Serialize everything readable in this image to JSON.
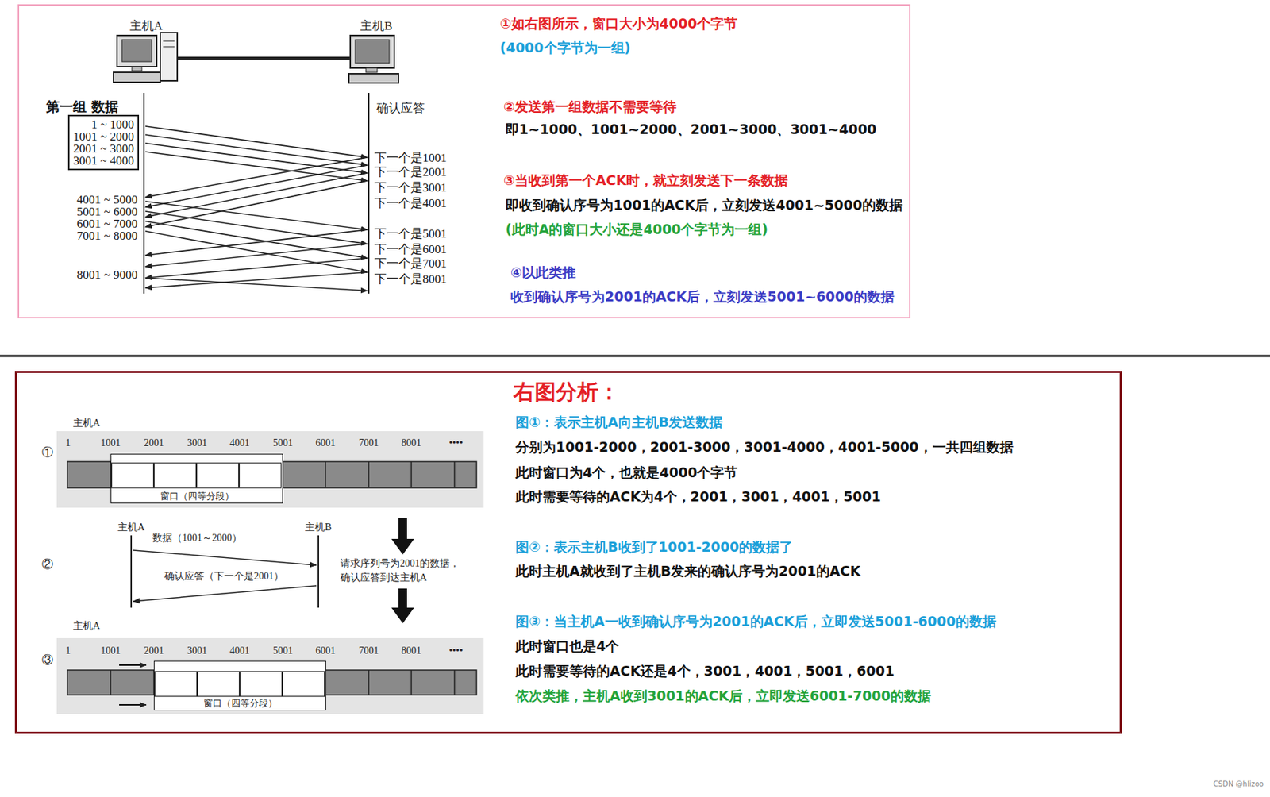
{
  "diagram": {
    "nodes": [
      {
        "text": [
          "①如右图所示，窗口大小为4000个字节",
          "(4000个字节为一组)",
          "②发送第一组数据不需要等待",
          "即1~1000、1001~2000、2001~3000、3001~4000",
          "③当收到第一个ACK时，就立刻发送下一条数据",
          "即收到确认序号为1001的ACK后，立刻发送4001~5000的数据",
          "(此时A的窗口大小还是4000个字节为一组)",
          "④以此类推",
          "收到确认序号为2001的ACK后，立刻发送5001~6000的数据"
        ]
      },
      {
        "text": [
          "1 ~ 1000",
          "1001 ~ 2000",
          "2001 ~ 3000",
          "3001 ~ 4000"
        ],
        "in": 0
      },
      {
        "text": [
          "右图分析：",
          "图①：表示主机A向主机B发送数据",
          "分别为1001-2000，2001-3000，3001-4000，4001-5000，一共四组数据",
          "此时窗口为4个，也就是4000个字节",
          "此时需要等待的ACK为4个，2001，3001，4001，5001",
          "图②：表示主机B收到了1001-2000的数据了",
          "此时主机A就收到了主机B发来的确认序号为2001的ACK",
          "图③：当主机A一收到确认序号为2001的ACK后，立即发送5001-6000的数据",
          "此时窗口也是4个",
          "此时需要等待的ACK还是4个，3001，4001，5001，6001",
          "依次类推，主机A收到3001的ACK后，立即发送6001-7000的数据"
        ]
      },
      {
        "text": [
          "窗口（四等分段）"
        ],
        "in": 2
      },
      {
        "text": [
          "窗口（四等分段）"
        ],
        "in": 2
      }
    ],
    "labels": [
      "主机A",
      "主机B",
      "第一组",
      "数据",
      "4001 ~ 5000",
      "5001 ~ 6000",
      "6001 ~ 7000",
      "7001 ~ 8000",
      "8001 ~ 9000",
      "确认应答",
      "下一个是1001",
      "下一个是2001",
      "下一个是3001",
      "下一个是4001",
      "下一个是5001",
      "下一个是6001",
      "下一个是7001",
      "下一个是8001",
      "主机A",
      "①",
      "1",
      "1001",
      "2001",
      "3001",
      "4001",
      "5001",
      "6001",
      "7001",
      "8001",
      "••••",
      "②",
      "主机A",
      "主机B",
      "数据（1001～2000）",
      "确认应答（下一个是2001）",
      "请求序列号为2001的数据，",
      "确认应答到达主机A",
      "主机A",
      "③",
      "1",
      "1001",
      "2001",
      "3001",
      "4001",
      "5001",
      "6001",
      "7001",
      "8001",
      "••••",
      "CSDN @hlizoo"
    ]
  }
}
